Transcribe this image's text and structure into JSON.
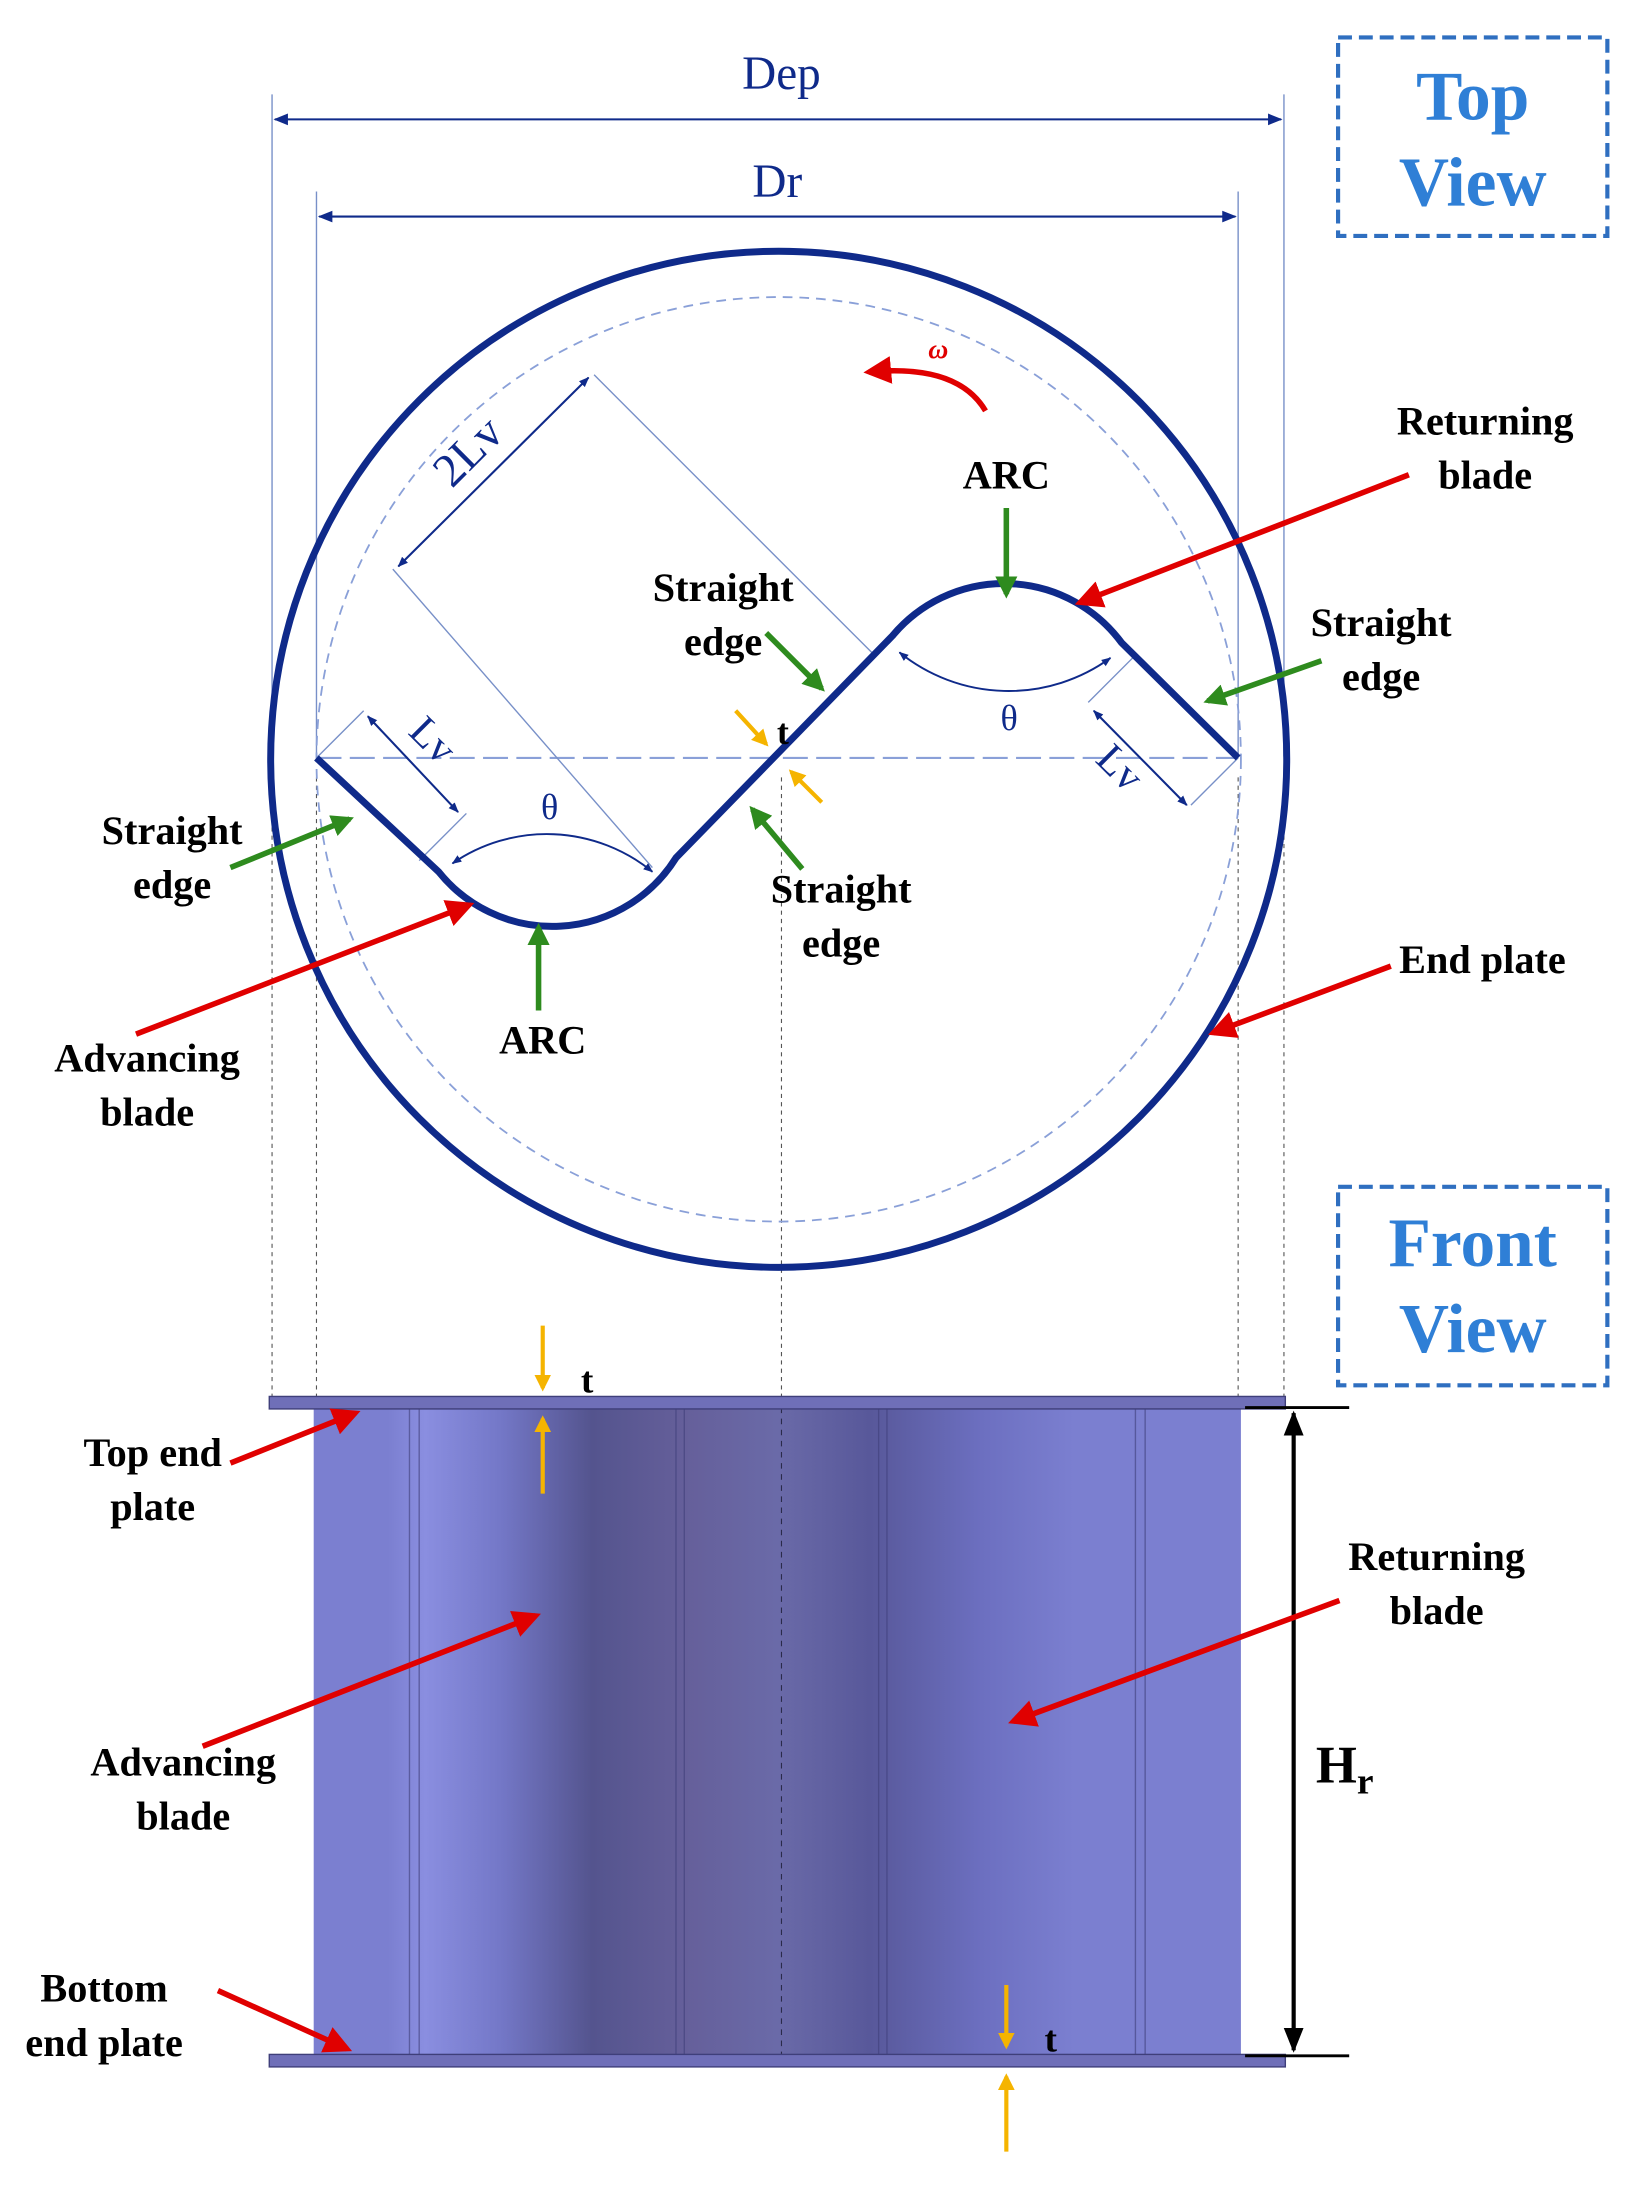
{
  "dimensions": {
    "dep": "Dep",
    "dr": "Dr",
    "two_lv": "2Lv",
    "lv_left": "Lv",
    "lv_right": "Lv",
    "theta_left": "θ",
    "theta_right": "θ",
    "omega": "ω",
    "t_center": "t",
    "t_top": "t",
    "t_bottom": "t",
    "hr_main": "H",
    "hr_sub": "r"
  },
  "top_view": {
    "title_line1": "Top",
    "title_line2": "View",
    "returning_blade_line1": "Returning",
    "returning_blade_line2": "blade",
    "arc_top": "ARC",
    "straight_edge_center_line1": "Straight",
    "straight_edge_center_line2": "edge",
    "straight_edge_right_line1": "Straight",
    "straight_edge_right_line2": "edge",
    "straight_edge_left_line1": "Straight",
    "straight_edge_left_line2": "edge",
    "straight_edge_lower_line1": "Straight",
    "straight_edge_lower_line2": "edge",
    "end_plate": "End plate",
    "advancing_blade_line1": "Advancing",
    "advancing_blade_line2": "blade",
    "arc_bottom": "ARC"
  },
  "front_view": {
    "title_line1": "Front",
    "title_line2": "View",
    "top_end_plate_line1": "Top end",
    "top_end_plate_line2": "plate",
    "returning_blade_line1": "Returning",
    "returning_blade_line2": "blade",
    "advancing_blade_line1": "Advancing",
    "advancing_blade_line2": "blade",
    "bottom_end_plate_line1": "Bottom",
    "bottom_end_plate_line2": "end plate"
  },
  "colors": {
    "geometry": "#0f2a8a",
    "view_title": "#2f7fd6",
    "red_arrow": "#e00000",
    "green_arrow": "#2e8b1e",
    "orange_arrow": "#f5b400",
    "rotor_body": "#6a6aba"
  }
}
